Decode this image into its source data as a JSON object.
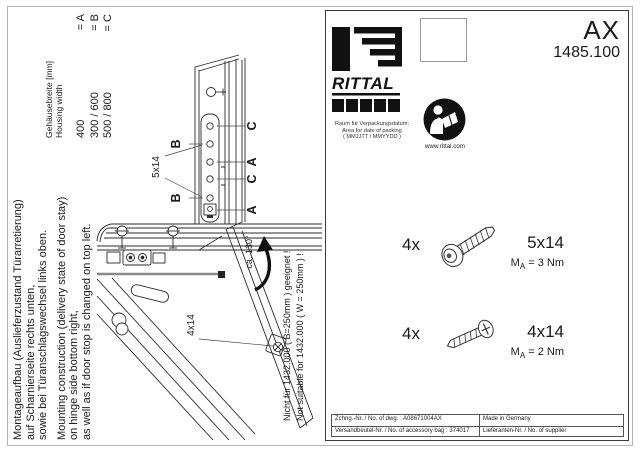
{
  "brand": {
    "wordmark": "RITTAL",
    "website": "www.rittal.com"
  },
  "product": {
    "series": "AX",
    "model": "1485.100"
  },
  "packing_note": {
    "line1": "Raum für Verpackungsdatum:",
    "line2": "Area for date of packing",
    "line3": "( MMJJTT / MMYYDD )"
  },
  "housing_width": {
    "label_de": "Gehäusebreite [mm]",
    "label_en": "Housing width",
    "rows": [
      {
        "value": "400",
        "code": "= A"
      },
      {
        "value": "300 / 600",
        "code": "= B"
      },
      {
        "value": "500 / 800",
        "code": "= C"
      }
    ]
  },
  "mounting_note": {
    "de1": "Montageaufbau (Auslieferzustand Türarretierung)",
    "de2": "auf Scharnierseite rechts unten,",
    "de3": "sowie bei Türanschlagswechsel links oben.",
    "en1": "Mounting construction (delivery state of door stay)",
    "en2": "on hinge side bottom right,",
    "en3": "as well as if door stop is changed on top left."
  },
  "drawing": {
    "screw_top": "5x14",
    "screw_door": "4x14",
    "angle": "ca. 130°",
    "labels_right": [
      "C",
      "A",
      "C",
      "A"
    ],
    "labels_left": [
      "B",
      "B"
    ],
    "warning_de": "Nicht für 1432.000 ( B=250mm ) geeignet !",
    "warning_en": "Not suitable for 1432.000 ( W = 250mm ) !"
  },
  "parts": [
    {
      "qty": "4x",
      "size": "5x14",
      "torque_m": "M",
      "torque_sub": "A",
      "torque_rest": " = 3 Nm"
    },
    {
      "qty": "4x",
      "size": "4x14",
      "torque_m": "M",
      "torque_sub": "A",
      "torque_rest": " = 2 Nm"
    }
  ],
  "footer": {
    "dwg_label": "Zchng.-Nr. / No. of dwg. :",
    "dwg_no": "A08671004AX",
    "bag_label": "Versandbeutel-Nr. / No. of accessory bag :",
    "bag_no": "374017",
    "made_in": "Made in Germany",
    "supplier": "Lieferanten-Nr. / No. of supplier"
  },
  "colors": {
    "ink": "#1a1a1a",
    "line": "#2b2b2b",
    "seal_gray": "#8a8a8a"
  }
}
